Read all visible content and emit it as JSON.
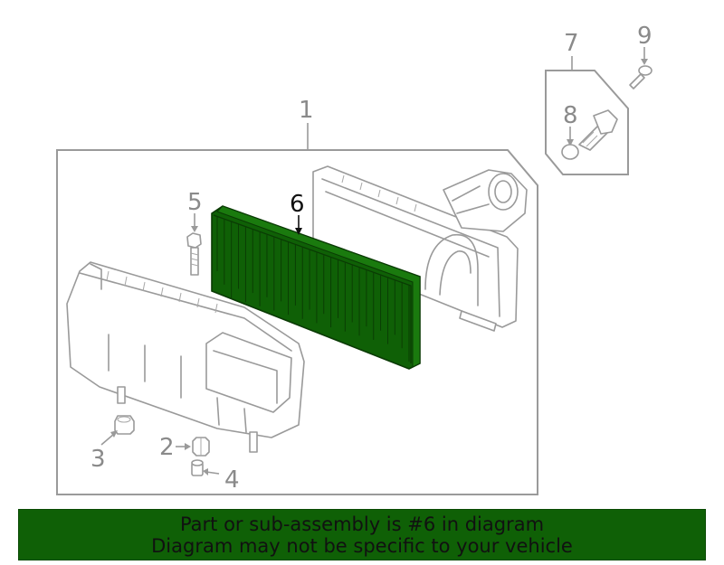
{
  "diagram": {
    "callouts": {
      "c1": "1",
      "c2": "2",
      "c3": "3",
      "c4": "4",
      "c5": "5",
      "c6": "6",
      "c7": "7",
      "c8": "8",
      "c9": "9"
    },
    "highlighted_part": "6",
    "highlight_color": "#0f6006",
    "line_color": "#9a9a9a"
  },
  "banner": {
    "line1": "Part or sub-assembly is #6 in diagram",
    "line2": "Diagram may not be specific to your vehicle"
  }
}
